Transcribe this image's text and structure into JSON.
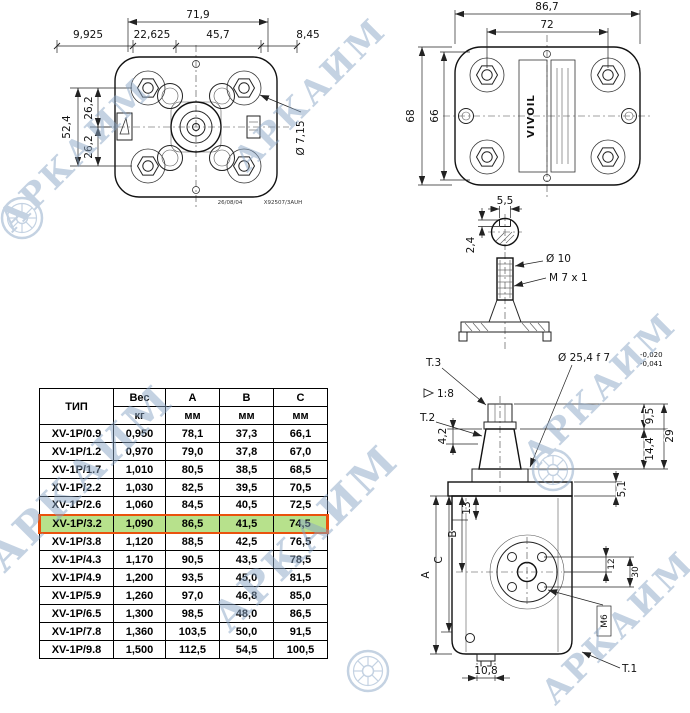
{
  "watermark": {
    "text": "АРКАИМ",
    "color": "#8aa6c6"
  },
  "table": {
    "header": {
      "type": "ТИП",
      "weight": "Вес",
      "weight_unit": "кг",
      "a": "A",
      "b": "B",
      "c": "C",
      "mm": "мм"
    },
    "highlight": {
      "row_type": "XV-1P/3.2",
      "background": "#b7e18c",
      "border": "#ea520d"
    },
    "rows": [
      {
        "type": "XV-1P/0.9",
        "weight": "0,950",
        "a": "78,1",
        "b": "37,3",
        "c": "66,1"
      },
      {
        "type": "XV-1P/1.2",
        "weight": "0,970",
        "a": "79,0",
        "b": "37,8",
        "c": "67,0"
      },
      {
        "type": "XV-1P/1.7",
        "weight": "1,010",
        "a": "80,5",
        "b": "38,5",
        "c": "68,5"
      },
      {
        "type": "XV-1P/2.2",
        "weight": "1,030",
        "a": "82,5",
        "b": "39,5",
        "c": "70,5"
      },
      {
        "type": "XV-1P/2.6",
        "weight": "1,060",
        "a": "84,5",
        "b": "40,5",
        "c": "72,5"
      },
      {
        "type": "XV-1P/3.2",
        "weight": "1,090",
        "a": "86,5",
        "b": "41,5",
        "c": "74,5",
        "highlighted": true
      },
      {
        "type": "XV-1P/3.8",
        "weight": "1,120",
        "a": "88,5",
        "b": "42,5",
        "c": "76,5"
      },
      {
        "type": "XV-1P/4.3",
        "weight": "1,170",
        "a": "90,5",
        "b": "43,5",
        "c": "78,5"
      },
      {
        "type": "XV-1P/4.9",
        "weight": "1,200",
        "a": "93,5",
        "b": "45,0",
        "c": "81,5"
      },
      {
        "type": "XV-1P/5.9",
        "weight": "1,260",
        "a": "97,0",
        "b": "46,8",
        "c": "85,0"
      },
      {
        "type": "XV-1P/6.5",
        "weight": "1,300",
        "a": "98,5",
        "b": "48,0",
        "c": "86,5"
      },
      {
        "type": "XV-1P/7.8",
        "weight": "1,360",
        "a": "103,5",
        "b": "50,0",
        "c": "91,5"
      },
      {
        "type": "XV-1P/9.8",
        "weight": "1,500",
        "a": "112,5",
        "b": "54,5",
        "c": "100,5"
      }
    ]
  },
  "front_view": {
    "width_total": "71,9",
    "width_seg1": "9,925",
    "width_seg2": "22,625",
    "width_seg3": "45,7",
    "width_seg4": "8,45",
    "height_total": "52,4",
    "height_upper": "26,2",
    "height_lower": "26,2",
    "hole_diameter": "Ø 7,15",
    "note_date": "26/08/04",
    "note_code": "X92507/3AUH"
  },
  "back_view": {
    "width_total": "86,7",
    "width_holes": "72",
    "height_total": "68",
    "height_holes": "66",
    "brand": "VIVOIL"
  },
  "shaft_detail": {
    "key_width": "5,5",
    "key_depth": "2,4",
    "shaft_diameter": "Ø 10",
    "thread": "M 7 x 1"
  },
  "side_view": {
    "pilot_diameter": "Ø 25,4 f 7",
    "tolerance_upper": "-0,020",
    "tolerance_lower": "-0,041",
    "taper": "1:8",
    "datum_t3": "T.3",
    "datum_t2": "T.2",
    "datum_t1": "T.1",
    "dim_9_5": "9,5",
    "dim_14_4": "14,4",
    "dim_29": "29",
    "dim_4_2": "4,2",
    "dim_5_1": "5,1",
    "dim_13": "13",
    "dim_12": "12",
    "dim_30": "30",
    "dim_a": "A",
    "dim_b": "B",
    "dim_c": "C",
    "bolt_thread": "M6",
    "dim_10_8": "10,8"
  }
}
